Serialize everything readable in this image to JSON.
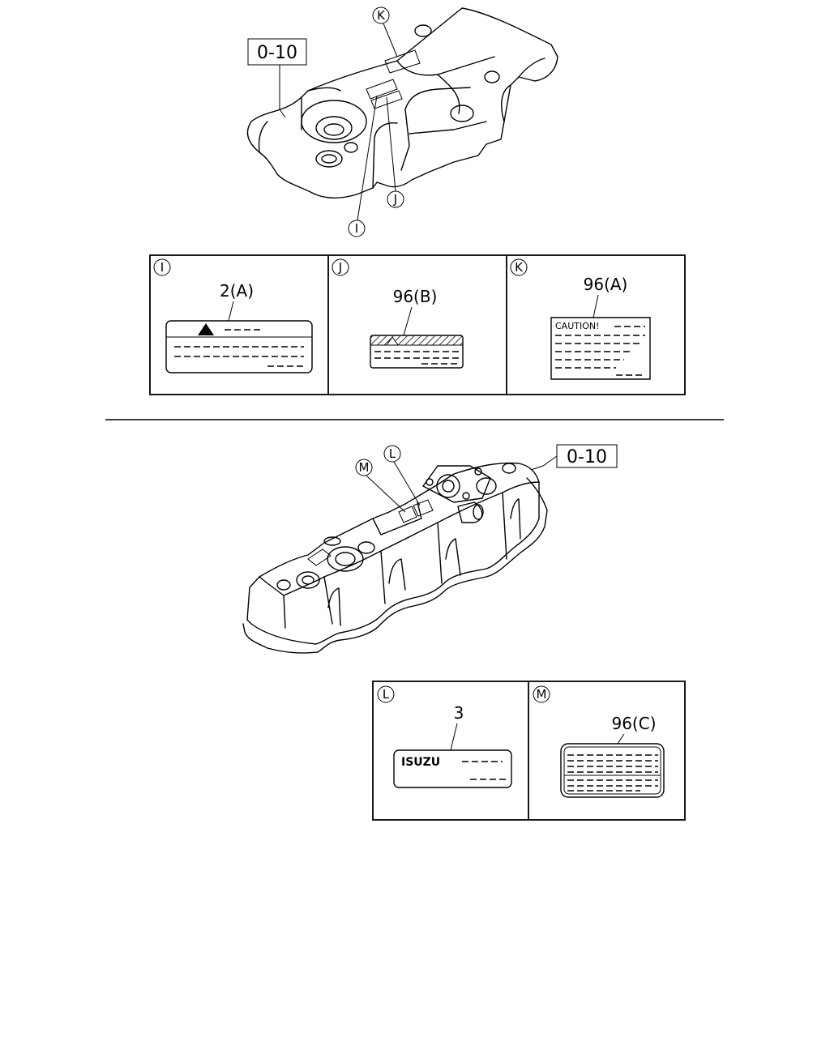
{
  "top": {
    "ref_box": "0-10",
    "callouts": [
      "K",
      "J",
      "I"
    ],
    "panels": [
      {
        "letter": "I",
        "label": "2(A)"
      },
      {
        "letter": "J",
        "label": "96(B)"
      },
      {
        "letter": "K",
        "label": "96(A)",
        "caution": "CAUTION!"
      }
    ]
  },
  "bottom": {
    "ref_box": "0-10",
    "callouts": [
      "L",
      "M"
    ],
    "panels": [
      {
        "letter": "L",
        "label": "3",
        "brand": "ISUZU"
      },
      {
        "letter": "M",
        "label": "96(C)"
      }
    ]
  }
}
